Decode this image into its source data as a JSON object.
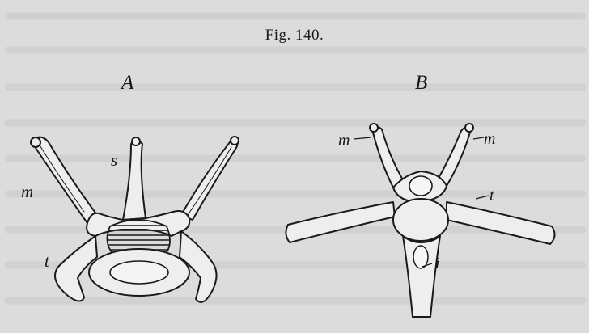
{
  "caption": "Fig. 140.",
  "panels": [
    {
      "label": "A",
      "parts": [
        "s",
        "m",
        "t"
      ]
    },
    {
      "label": "B",
      "parts": [
        "m",
        "m",
        "t",
        "i"
      ]
    }
  ]
}
